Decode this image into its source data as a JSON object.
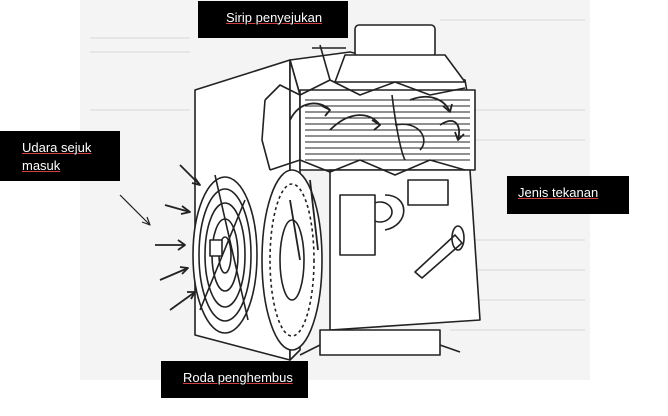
{
  "labels": {
    "fins": "Sirip penyejukan",
    "cool_air": "Udara sejuk\nmasuk",
    "pressure": "Jenis tekanan",
    "fan": "Roda penghembus"
  },
  "colors": {
    "label_bg": "#000000",
    "label_text": "#ffffff",
    "line_art": "#222222",
    "underline": "#d04040"
  }
}
